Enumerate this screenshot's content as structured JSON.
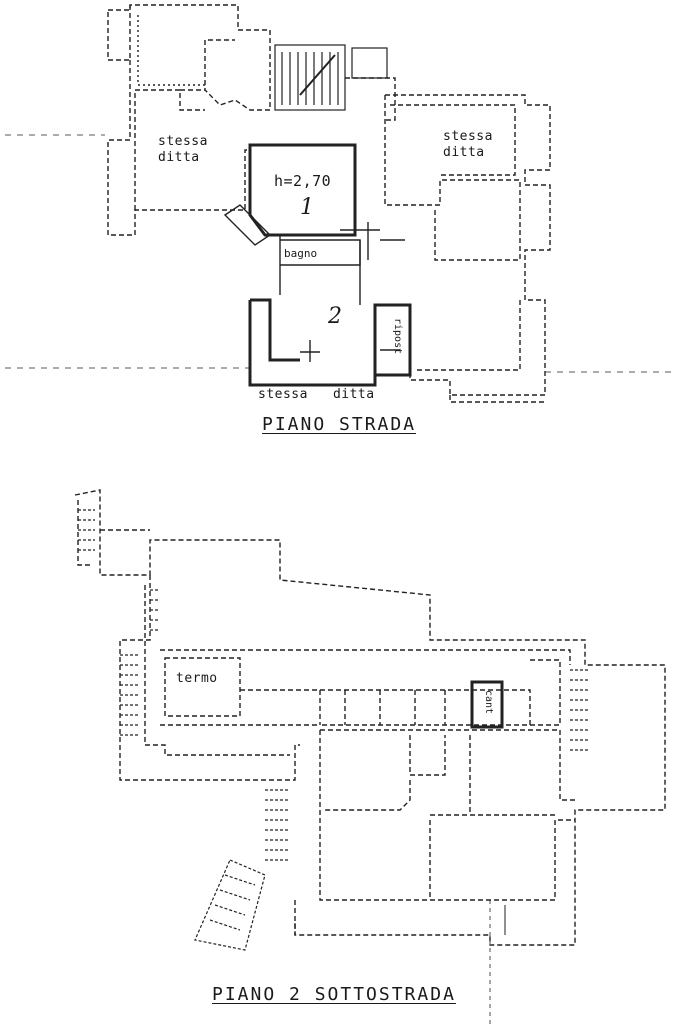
{
  "upper_plan": {
    "title": "PIANO STRADA",
    "label_left": "stessa ditta",
    "label_left_1": "stessa",
    "label_left_2": "ditta",
    "label_right_1": "stessa",
    "label_right_2": "ditta",
    "label_bottom": "stessa   ditta",
    "height": "h=2,70",
    "room_1": "1",
    "room_2": "2",
    "bagno": "bagno",
    "vertical_label": "ripost"
  },
  "lower_plan": {
    "title": "PIANO 2 SOTTOSTRADA",
    "termo": "termo",
    "vertical_label": "cant"
  }
}
